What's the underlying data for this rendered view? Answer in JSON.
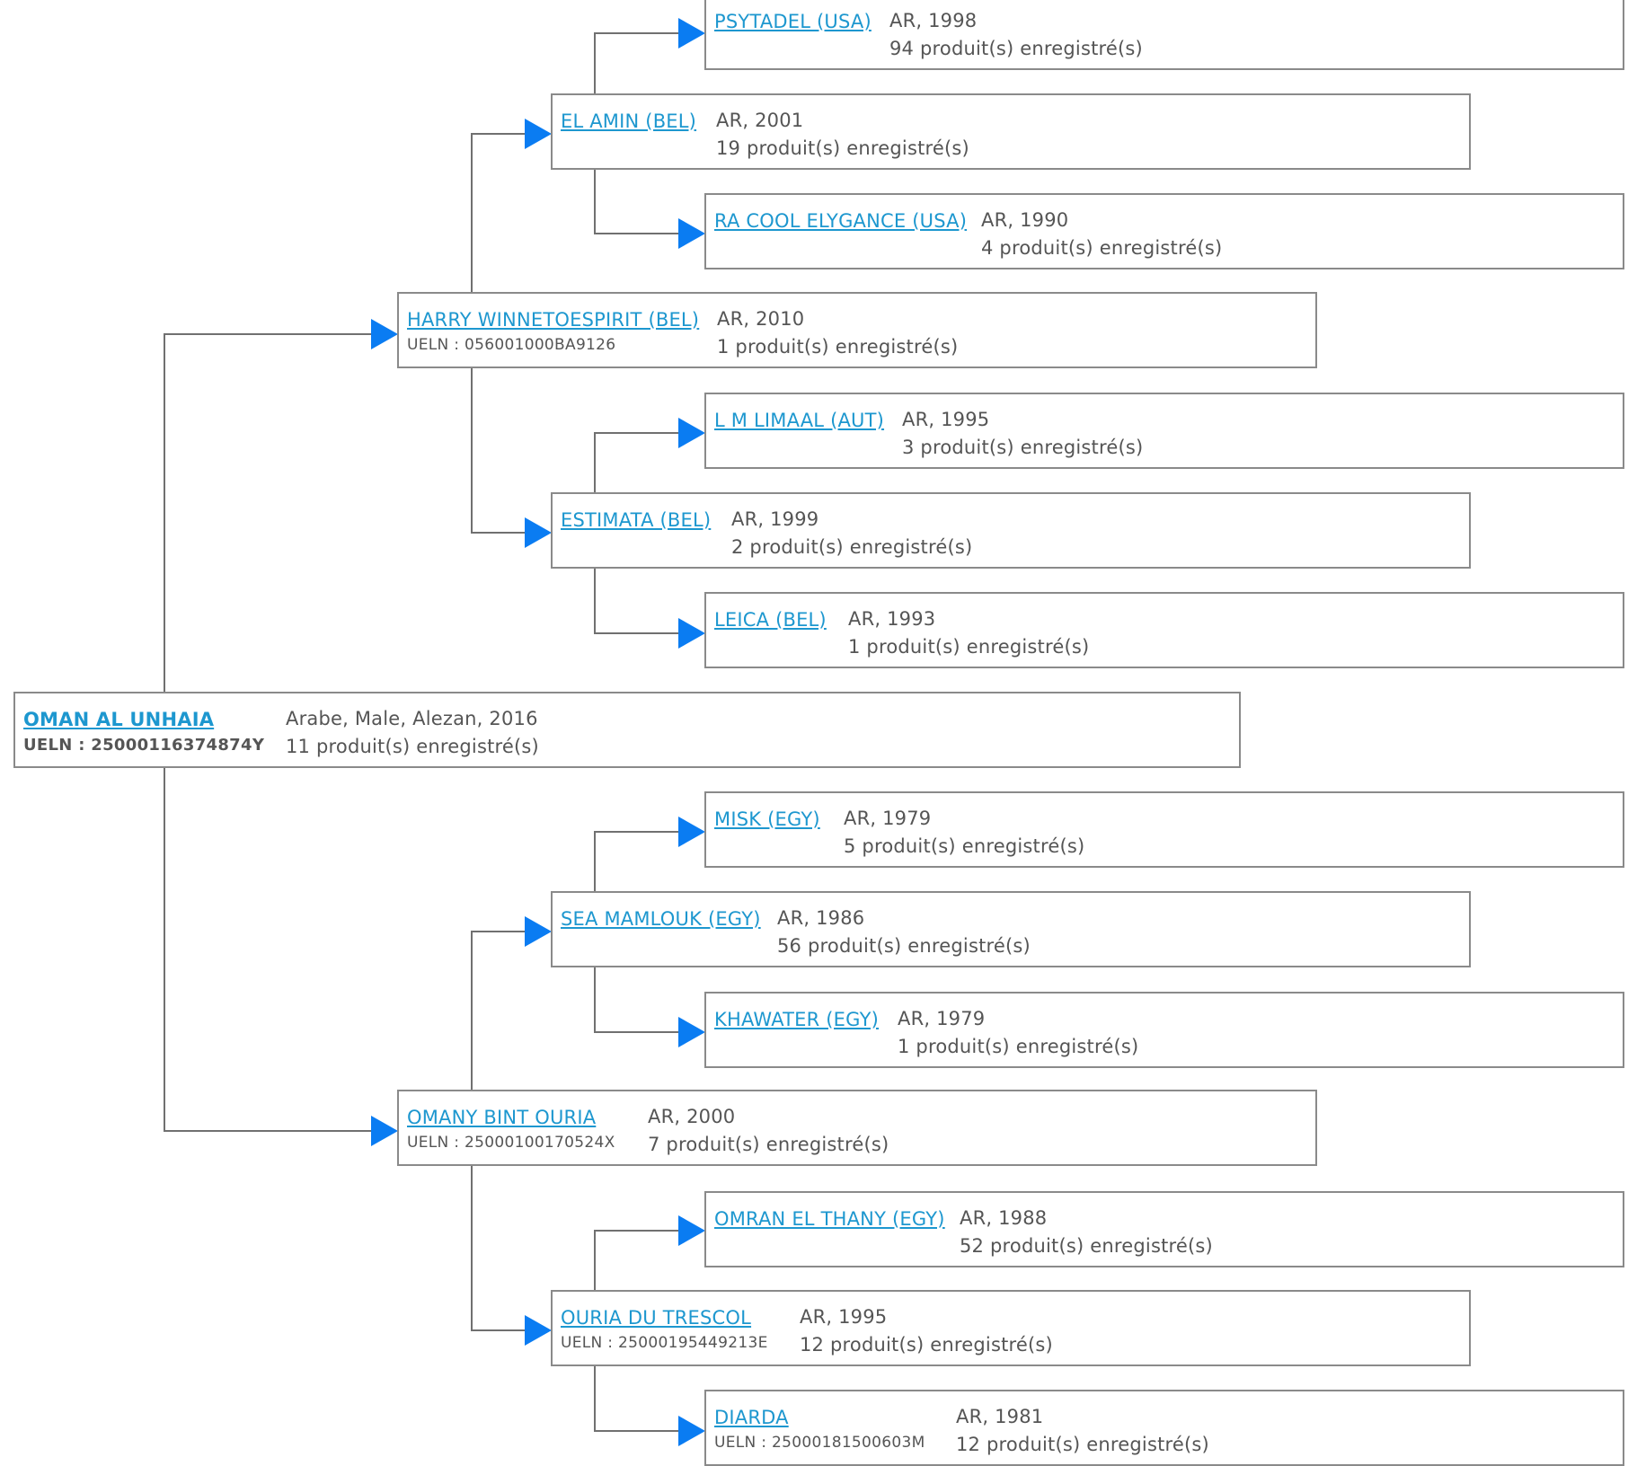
{
  "colors": {
    "link": "#1d97cf",
    "text": "#555555",
    "border": "#8a8a8a",
    "arrow": "#0a7cf2"
  },
  "root": {
    "name": "OMAN AL UNHAIA",
    "ueln": "UELN : 25000116374874Y",
    "info": "Arabe, Male, Alezan, 2016",
    "offspring": "11 produit(s) enregistré(s)"
  },
  "sire": {
    "name": "HARRY WINNETOESPIRIT (BEL)",
    "ueln": "UELN : 056001000BA9126",
    "info": "AR, 2010",
    "offspring": "1 produit(s) enregistré(s)"
  },
  "dam": {
    "name": "OMANY BINT OURIA",
    "ueln": "UELN : 25000100170524X",
    "info": "AR, 2000",
    "offspring": "7 produit(s) enregistré(s)"
  },
  "sire_sire": {
    "name": "EL AMIN (BEL)",
    "info": "AR, 2001",
    "offspring": "19 produit(s) enregistré(s)"
  },
  "sire_dam": {
    "name": "ESTIMATA (BEL)",
    "info": "AR, 1999",
    "offspring": "2 produit(s) enregistré(s)"
  },
  "dam_sire": {
    "name": "SEA MAMLOUK (EGY)",
    "info": "AR, 1986",
    "offspring": "56 produit(s) enregistré(s)"
  },
  "dam_dam": {
    "name": "OURIA DU TRESCOL",
    "ueln": "UELN : 25000195449213E",
    "info": "AR, 1995",
    "offspring": "12 produit(s) enregistré(s)"
  },
  "ss_sire": {
    "name": "PSYTADEL (USA)",
    "info": "AR, 1998",
    "offspring": "94 produit(s) enregistré(s)"
  },
  "ss_dam": {
    "name": "RA COOL ELYGANCE (USA)",
    "info": "AR, 1990",
    "offspring": "4 produit(s) enregistré(s)"
  },
  "sd_sire": {
    "name": "L M LIMAAL (AUT)",
    "info": "AR, 1995",
    "offspring": "3 produit(s) enregistré(s)"
  },
  "sd_dam": {
    "name": "LEICA (BEL)",
    "info": "AR, 1993",
    "offspring": "1 produit(s) enregistré(s)"
  },
  "ds_sire": {
    "name": "MISK (EGY)",
    "info": "AR, 1979",
    "offspring": "5 produit(s) enregistré(s)"
  },
  "ds_dam": {
    "name": "KHAWATER (EGY)",
    "info": "AR, 1979",
    "offspring": "1 produit(s) enregistré(s)"
  },
  "dd_sire": {
    "name": "OMRAN EL THANY (EGY)",
    "info": "AR, 1988",
    "offspring": "52 produit(s) enregistré(s)"
  },
  "dd_dam": {
    "name": "DIARDA",
    "ueln": "UELN : 25000181500603M",
    "info": "AR, 1981",
    "offspring": "12 produit(s) enregistré(s)"
  }
}
